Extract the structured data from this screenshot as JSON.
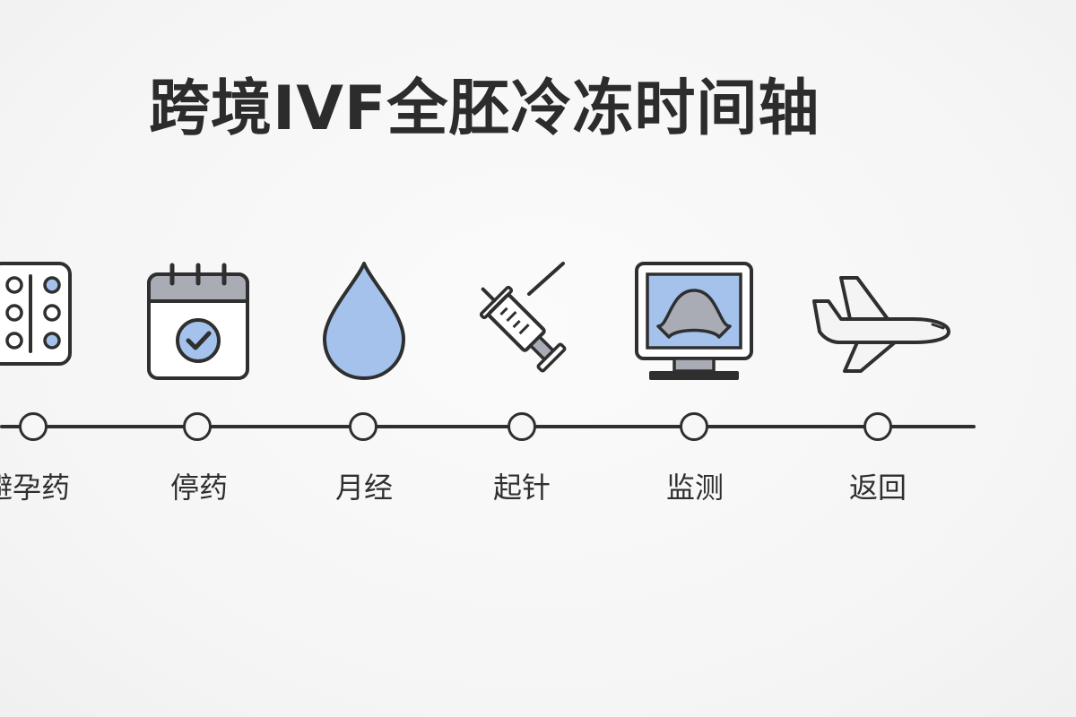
{
  "title": "跨境IVF全胚冷冻时间轴",
  "colors": {
    "stroke": "#2f2f2f",
    "accent_blue": "#a4c2ec",
    "screen_gray": "#a9abb5",
    "calendar_header": "#a9abb5",
    "background": "#f7f7f7"
  },
  "steps": [
    {
      "label": "避孕药",
      "icon": "pill-blister-icon"
    },
    {
      "label": "停药",
      "icon": "calendar-check-icon"
    },
    {
      "label": "月经",
      "icon": "blood-drop-icon"
    },
    {
      "label": "起针",
      "icon": "syringe-icon"
    },
    {
      "label": "监测",
      "icon": "ultrasound-monitor-icon"
    },
    {
      "label": "返回",
      "icon": "airplane-icon"
    }
  ]
}
